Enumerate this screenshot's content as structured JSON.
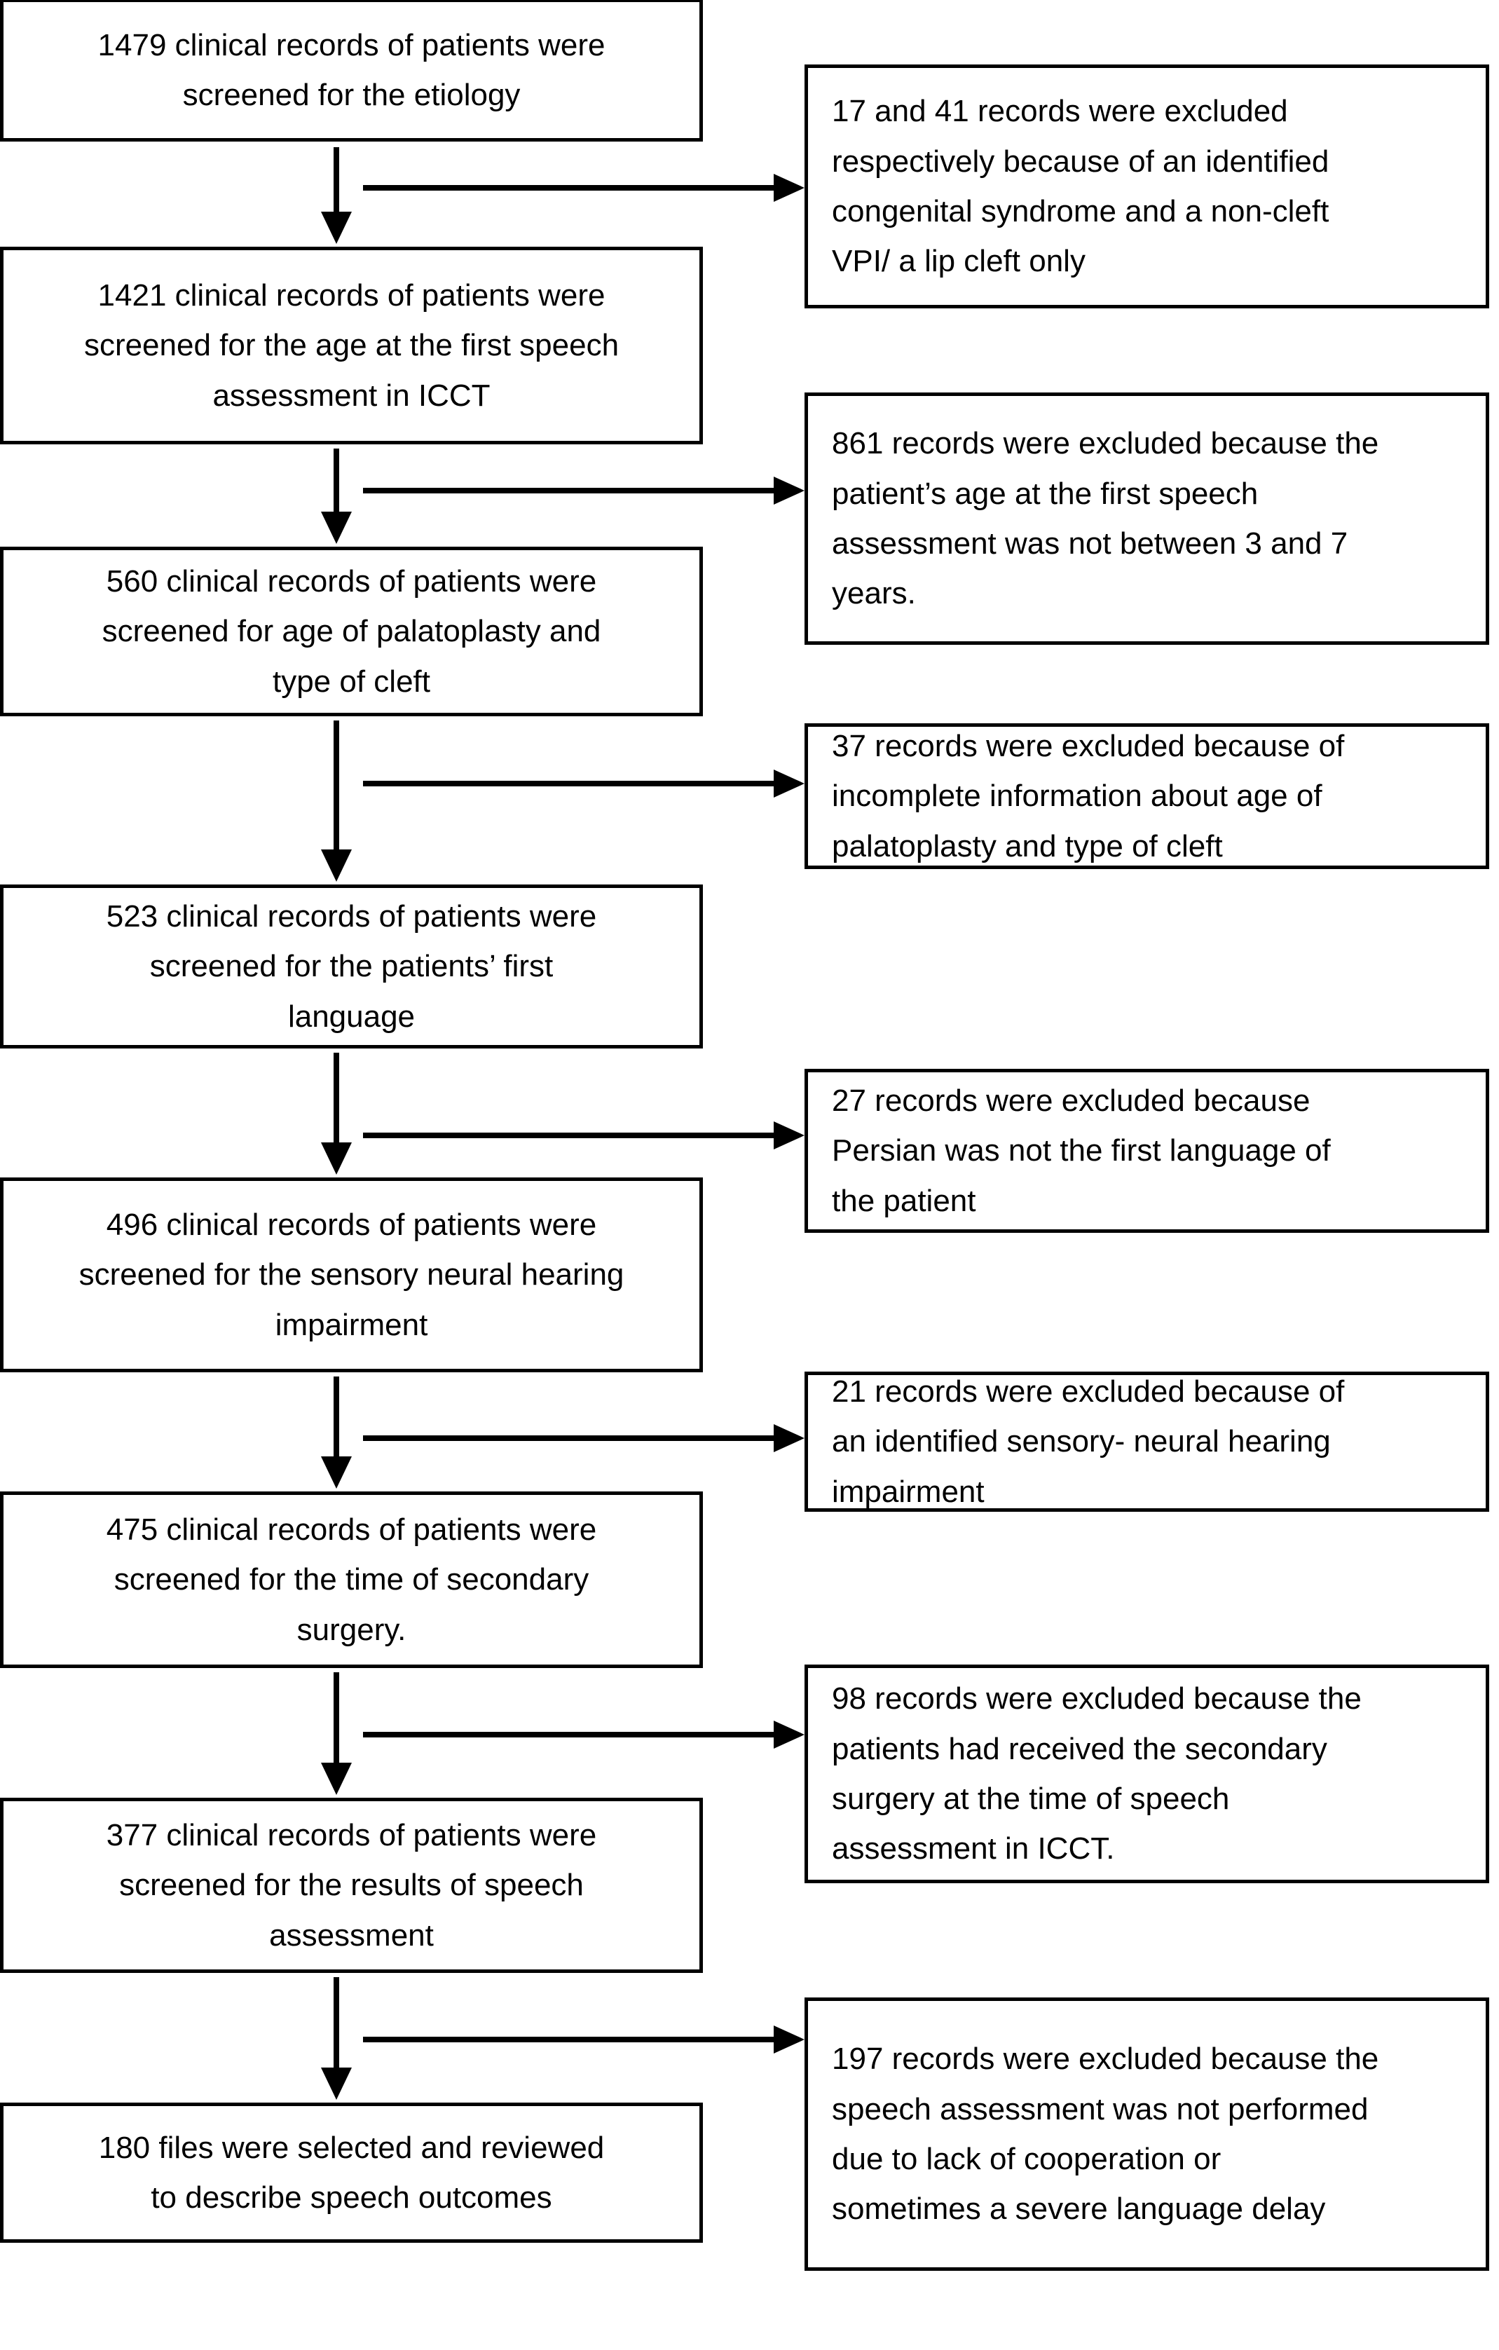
{
  "diagram": {
    "type": "flowchart",
    "title": "Patient record screening flow",
    "colors": {
      "stroke": "#000000",
      "fill": "#ffffff",
      "text": "#000000"
    },
    "main_boxes": [
      {
        "id": "box-1",
        "count": "1479",
        "text": "1479 clinical records of patients were\nscreened for the etiology"
      },
      {
        "id": "box-2",
        "count": "1421",
        "text": "1421 clinical records of patients were\nscreened for the age at the first speech\nassessment in ICCT"
      },
      {
        "id": "box-3",
        "count": "560",
        "text": "560 clinical records of patients were\nscreened for age of palatoplasty and\ntype of cleft"
      },
      {
        "id": "box-4",
        "count": "523",
        "text": "523 clinical records of patients were\nscreened for the patients’ first\nlanguage"
      },
      {
        "id": "box-5",
        "count": "496",
        "text": "496 clinical records of patients were\nscreened for the sensory neural hearing\nimpairment"
      },
      {
        "id": "box-6",
        "count": "475",
        "text": "475  clinical records of patients were\nscreened for the time of secondary\nsurgery."
      },
      {
        "id": "box-7",
        "count": "377",
        "text": "377 clinical records of patients were\nscreened for the results of speech\nassessment"
      },
      {
        "id": "box-8",
        "count": "180",
        "text": "180 files were selected and reviewed\nto describe speech outcomes"
      }
    ],
    "exclusion_boxes": [
      {
        "id": "excl-1",
        "count": "17 and 41",
        "text": "17 and 41 records were excluded\nrespectively because  of an identified\ncongenital syndrome and a non-cleft\nVPI/ a lip cleft only"
      },
      {
        "id": "excl-2",
        "count": "861",
        "text": "861 records were excluded because the\npatient’s age at the first speech\nassessment was not between 3 and 7\nyears."
      },
      {
        "id": "excl-3",
        "count": "37",
        "text": "37 records were excluded because of\nincomplete information about age of\npalatoplasty and type of cleft"
      },
      {
        "id": "excl-4",
        "count": "27",
        "text": "27 records were excluded because\nPersian was not the first language of\nthe patient"
      },
      {
        "id": "excl-5",
        "count": "21",
        "text": "21 records were excluded because of\nan identified sensory- neural hearing\nimpairment"
      },
      {
        "id": "excl-6",
        "count": "98",
        "text": "98 records were excluded because the\npatients had received the secondary\nsurgery at the time of speech\nassessment in ICCT."
      },
      {
        "id": "excl-7",
        "count": "197",
        "text": "197 records were excluded because the\nspeech assessment was not performed\ndue to lack of cooperation or\nsometimes a  severe language delay"
      }
    ]
  }
}
